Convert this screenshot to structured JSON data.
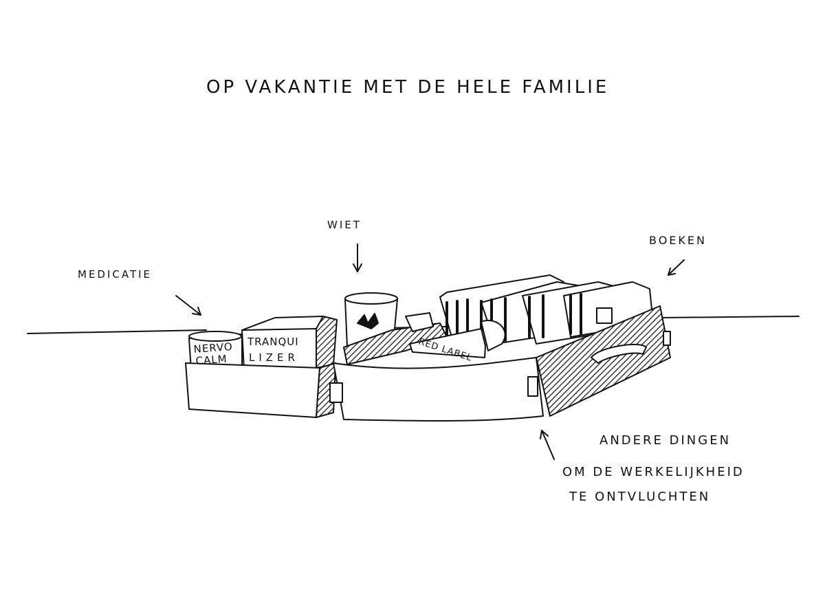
{
  "title": "OP VAKANTIE MET DE HELE FAMILIE",
  "labels": {
    "wiet": "WIET",
    "boeken": "BOEKEN",
    "medicatie": "MEDICATIE",
    "andere_line1": "ANDERE DINGEN",
    "andere_line2": "OM DE WERKELIJKHEID",
    "andere_line3": "TE ONTVLUCHTEN"
  },
  "items": {
    "can_line1": "NERVO",
    "can_line2": "CALM",
    "box_line1": "TRANQUI",
    "box_line2": "LIZER",
    "bottle_label": "RED LABEL"
  }
}
